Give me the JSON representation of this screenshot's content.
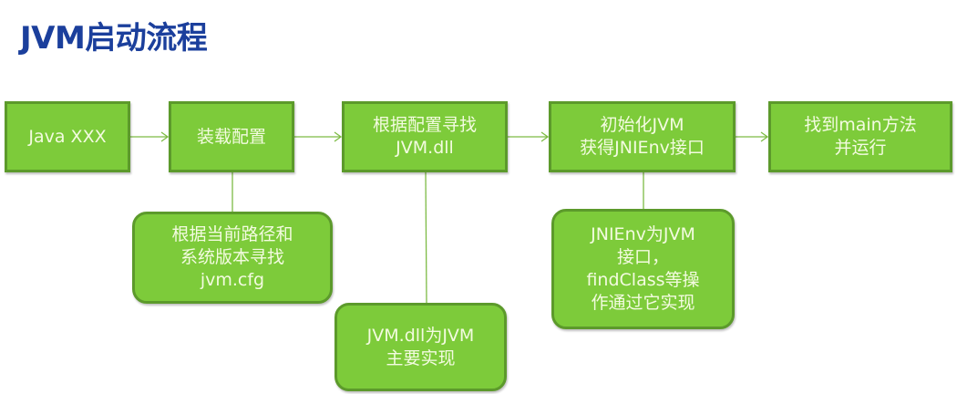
{
  "title": "JVM启动流程",
  "colors": {
    "title": "#1b3f9c",
    "box_fill": "#7dcb3a",
    "box_border": "#5c9a2b",
    "box_text": "#f3fbe0",
    "connector": "#7dbb45"
  },
  "flow": {
    "steps": [
      {
        "label": "Java XXX"
      },
      {
        "label": "装载配置"
      },
      {
        "label": "根据配置寻找\nJVM.dll"
      },
      {
        "label": "初始化JVM\n获得JNIEnv接口"
      },
      {
        "label": "找到main方法\n并运行"
      }
    ],
    "notes": [
      {
        "label": "根据当前路径和\n系统版本寻找\njvm.cfg",
        "attached_to_step": 2
      },
      {
        "label": "JVM.dll为JVM\n主要实现",
        "attached_to_step": 3
      },
      {
        "label": "JNIEnv为JVM\n接口，\nfindClass等操\n作通过它实现",
        "attached_to_step": 4
      }
    ]
  }
}
